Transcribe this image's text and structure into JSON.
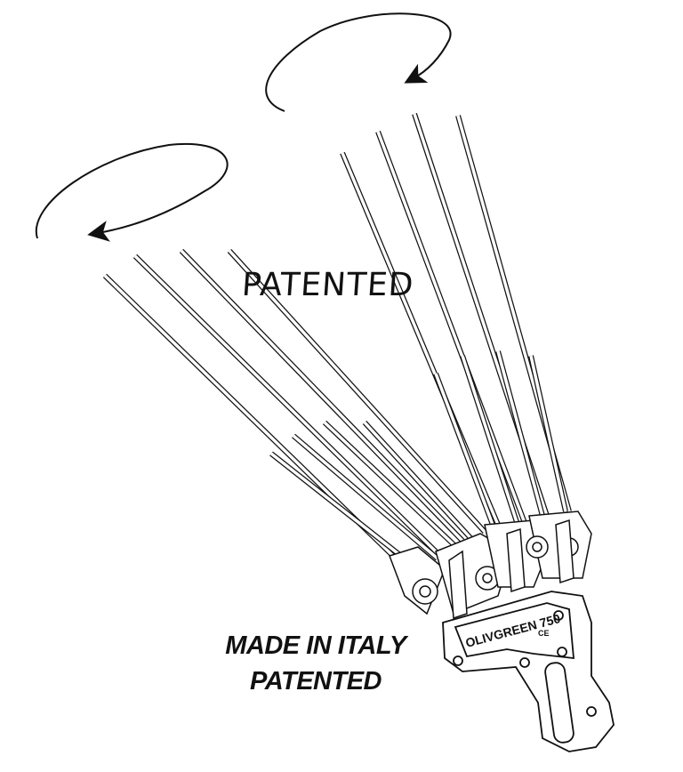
{
  "diagram": {
    "title_script": "PATENTED",
    "caption_line1": "MADE IN ITALY",
    "caption_line2": "PATENTED",
    "logo_text": "OLIVGREEN 750",
    "colors": {
      "ink": "#111111",
      "background": "#ffffff"
    }
  }
}
